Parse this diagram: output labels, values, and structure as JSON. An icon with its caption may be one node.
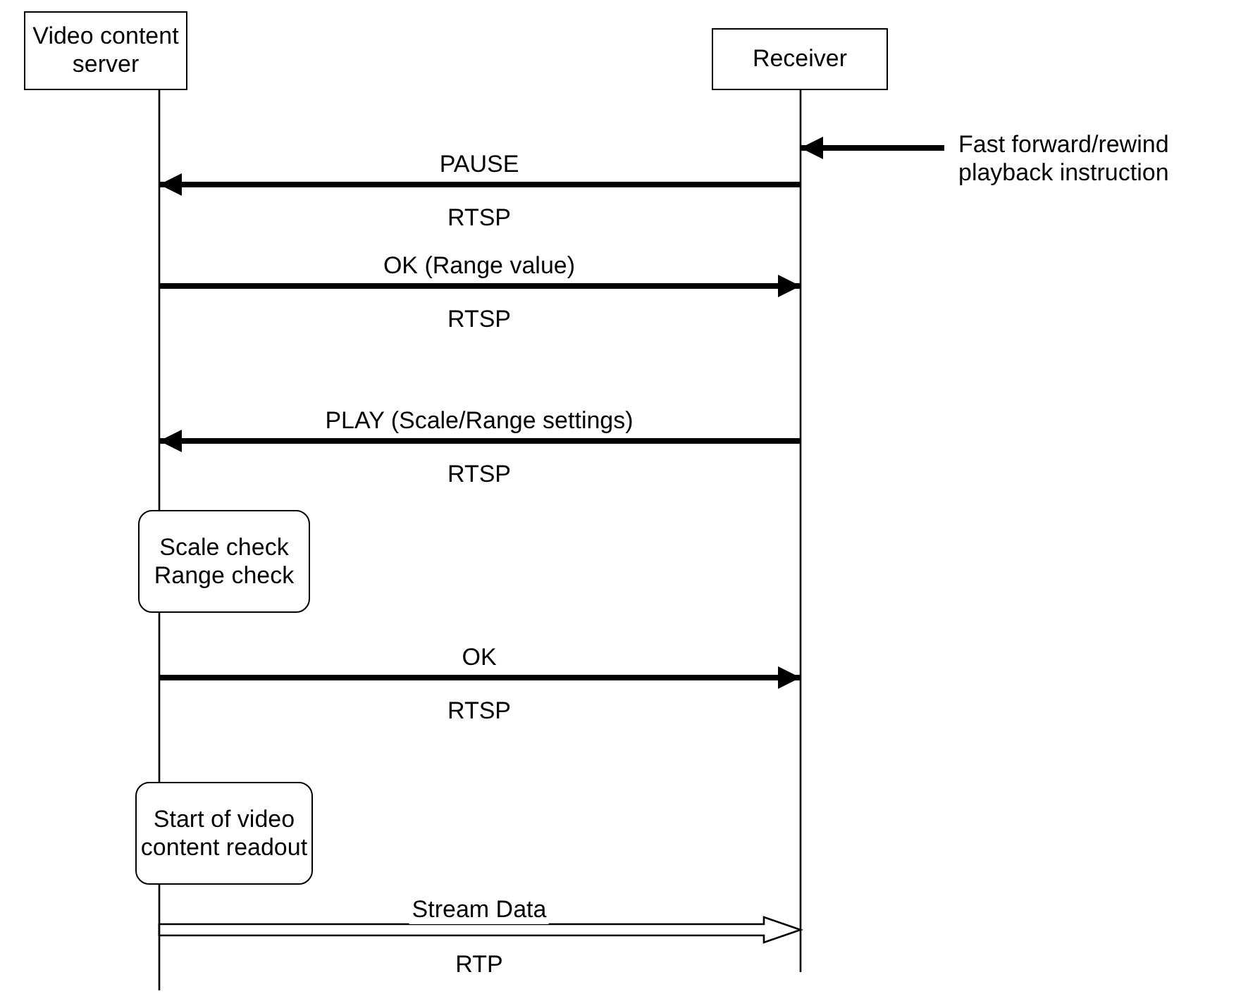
{
  "diagram": {
    "nodes": [
      {
        "text": [
          "Video content server"
        ]
      },
      {
        "text": [
          "Receiver"
        ]
      },
      {
        "text": [
          "Scale check Range check"
        ]
      },
      {
        "text": [
          "Start of video content readout"
        ]
      },
      {
        "text": [
          "Fast forward/rewind playback instruction"
        ]
      }
    ],
    "edges": [
      {
        "from": 4,
        "to": 1,
        "arrow": "to"
      },
      {
        "from": 1,
        "to": 0,
        "arrow": "to",
        "label": "PAUSE"
      },
      {
        "from": 0,
        "to": 1,
        "arrow": "to",
        "label": "OK (Range value)"
      },
      {
        "from": 1,
        "to": 0,
        "arrow": "to",
        "label": "PLAY (Scale/Range settings)"
      },
      {
        "from": 0,
        "to": 1,
        "arrow": "to",
        "label": "OK"
      },
      {
        "from": 0,
        "to": 1,
        "arrow": "to",
        "label": "Stream Data",
        "style": "thick"
      }
    ],
    "labels": [
      "RTSP",
      "RTSP",
      "RTSP",
      "RTSP",
      "RTP"
    ]
  }
}
